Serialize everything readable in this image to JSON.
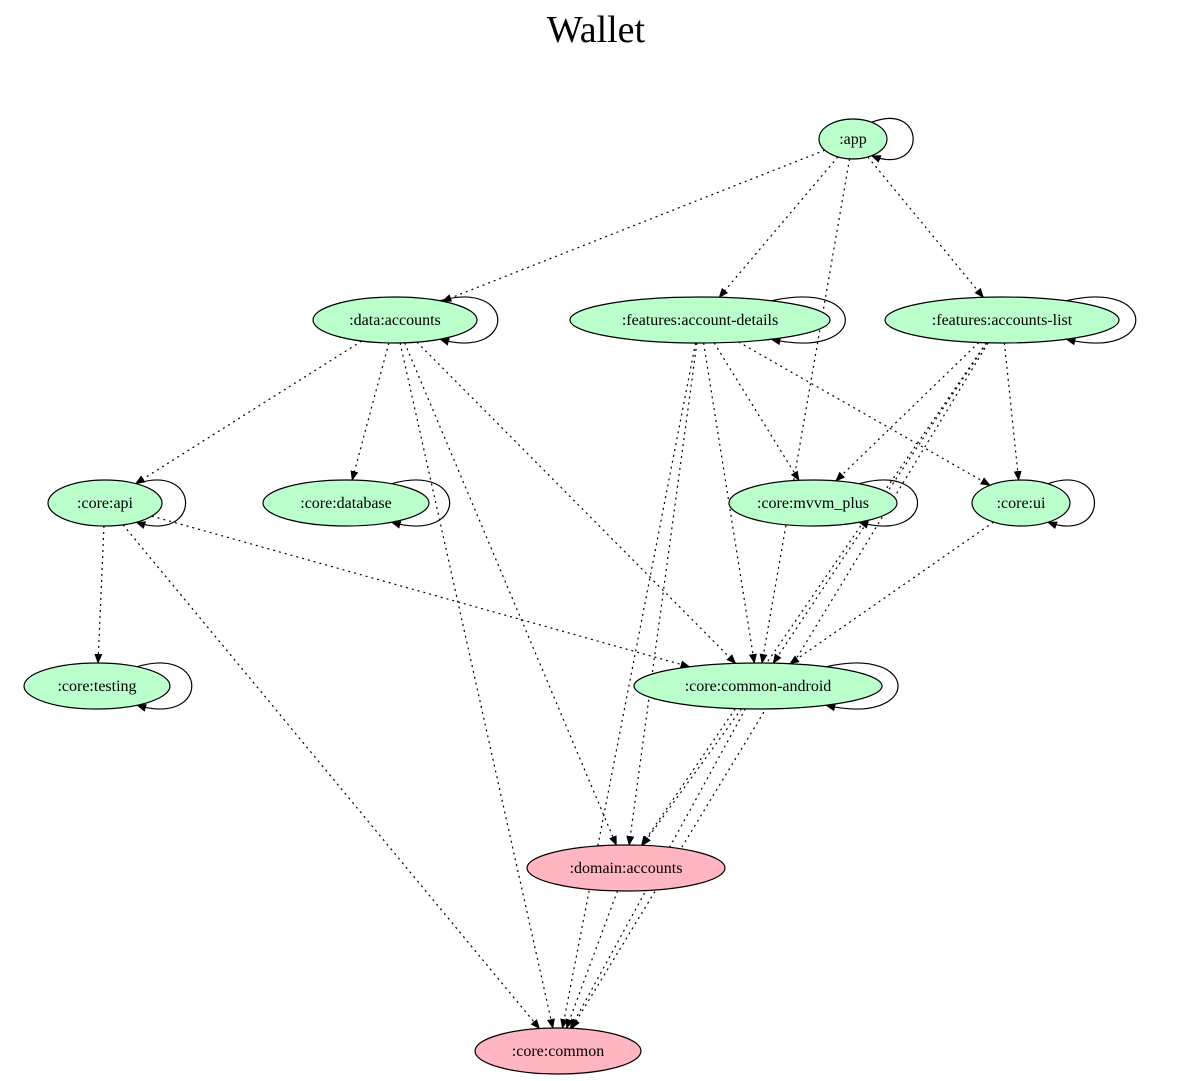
{
  "title": "Wallet",
  "colors": {
    "module_green": "#bbffcc",
    "module_pink": "#ffb6c1",
    "stroke": "#000000"
  },
  "nodes": [
    {
      "id": "app",
      "label": ":app",
      "color": "module_green"
    },
    {
      "id": "data_accounts",
      "label": ":data:accounts",
      "color": "module_green"
    },
    {
      "id": "features_account_details",
      "label": ":features:account-details",
      "color": "module_green"
    },
    {
      "id": "features_accounts_list",
      "label": ":features:accounts-list",
      "color": "module_green"
    },
    {
      "id": "core_api",
      "label": ":core:api",
      "color": "module_green"
    },
    {
      "id": "core_database",
      "label": ":core:database",
      "color": "module_green"
    },
    {
      "id": "core_mvvm_plus",
      "label": ":core:mvvm_plus",
      "color": "module_green"
    },
    {
      "id": "core_ui",
      "label": ":core:ui",
      "color": "module_green"
    },
    {
      "id": "core_testing",
      "label": ":core:testing",
      "color": "module_green"
    },
    {
      "id": "core_common_android",
      "label": ":core:common-android",
      "color": "module_green"
    },
    {
      "id": "domain_accounts",
      "label": ":domain:accounts",
      "color": "module_pink"
    },
    {
      "id": "core_common",
      "label": ":core:common",
      "color": "module_pink"
    }
  ],
  "edges": [
    {
      "from": "app",
      "to": "app",
      "style": "solid"
    },
    {
      "from": "app",
      "to": "data_accounts",
      "style": "dotted"
    },
    {
      "from": "app",
      "to": "features_account_details",
      "style": "dotted"
    },
    {
      "from": "app",
      "to": "features_accounts_list",
      "style": "dotted"
    },
    {
      "from": "app",
      "to": "core_common_android",
      "style": "dotted"
    },
    {
      "from": "data_accounts",
      "to": "data_accounts",
      "style": "solid"
    },
    {
      "from": "data_accounts",
      "to": "core_api",
      "style": "dotted"
    },
    {
      "from": "data_accounts",
      "to": "core_database",
      "style": "dotted"
    },
    {
      "from": "data_accounts",
      "to": "core_common",
      "style": "dotted"
    },
    {
      "from": "data_accounts",
      "to": "domain_accounts",
      "style": "dotted"
    },
    {
      "from": "data_accounts",
      "to": "core_common_android",
      "style": "dotted"
    },
    {
      "from": "features_account_details",
      "to": "features_account_details",
      "style": "solid"
    },
    {
      "from": "features_account_details",
      "to": "core_mvvm_plus",
      "style": "dotted"
    },
    {
      "from": "features_account_details",
      "to": "core_ui",
      "style": "dotted"
    },
    {
      "from": "features_account_details",
      "to": "core_common_android",
      "style": "dotted"
    },
    {
      "from": "features_account_details",
      "to": "domain_accounts",
      "style": "dotted"
    },
    {
      "from": "features_account_details",
      "to": "core_common",
      "style": "dotted"
    },
    {
      "from": "features_accounts_list",
      "to": "features_accounts_list",
      "style": "solid"
    },
    {
      "from": "features_accounts_list",
      "to": "core_mvvm_plus",
      "style": "dotted"
    },
    {
      "from": "features_accounts_list",
      "to": "core_ui",
      "style": "dotted"
    },
    {
      "from": "features_accounts_list",
      "to": "core_common_android",
      "style": "dotted"
    },
    {
      "from": "features_accounts_list",
      "to": "domain_accounts",
      "style": "dotted"
    },
    {
      "from": "features_accounts_list",
      "to": "core_common",
      "style": "dotted"
    },
    {
      "from": "core_api",
      "to": "core_api",
      "style": "solid"
    },
    {
      "from": "core_api",
      "to": "core_testing",
      "style": "dotted"
    },
    {
      "from": "core_api",
      "to": "core_common_android",
      "style": "dotted"
    },
    {
      "from": "core_api",
      "to": "core_common",
      "style": "dotted"
    },
    {
      "from": "core_database",
      "to": "core_database",
      "style": "solid"
    },
    {
      "from": "core_mvvm_plus",
      "to": "core_mvvm_plus",
      "style": "solid"
    },
    {
      "from": "core_ui",
      "to": "core_ui",
      "style": "solid"
    },
    {
      "from": "core_ui",
      "to": "core_common_android",
      "style": "dotted"
    },
    {
      "from": "core_testing",
      "to": "core_testing",
      "style": "solid"
    },
    {
      "from": "core_common_android",
      "to": "core_common_android",
      "style": "solid"
    },
    {
      "from": "core_common_android",
      "to": "domain_accounts",
      "style": "dotted"
    },
    {
      "from": "core_common_android",
      "to": "core_common",
      "style": "dotted"
    },
    {
      "from": "domain_accounts",
      "to": "core_common",
      "style": "dotted"
    }
  ]
}
